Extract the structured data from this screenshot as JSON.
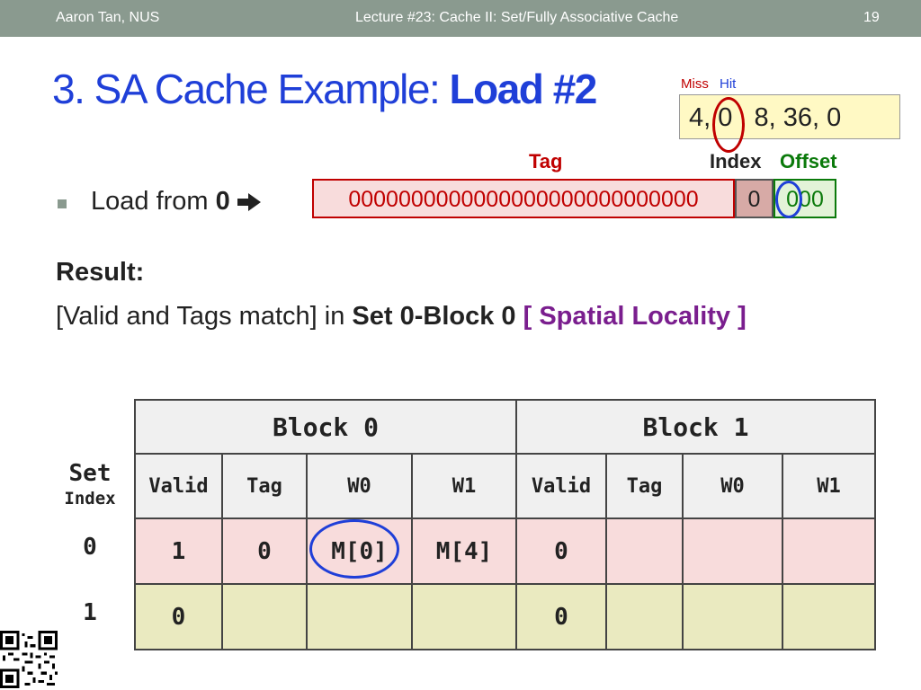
{
  "header": {
    "author": "Aaron Tan, NUS",
    "lecture": "Lecture #23: Cache II: Set/Fully Associative Cache",
    "page_number": "19"
  },
  "title": {
    "prefix": "3. SA Cache Example: ",
    "bold": "Load #2"
  },
  "sequence": {
    "miss_label": "Miss",
    "hit_label": "Hit",
    "text": "4, 0 , 8, 36, 0"
  },
  "address": {
    "tag_label": "Tag",
    "index_label": "Index",
    "offset_label": "Offset",
    "tag_bits": "0000000000000000000000000000",
    "index_bits": "0",
    "offset_bits": "000"
  },
  "load": {
    "prefix": "Load from ",
    "value": "0"
  },
  "result": {
    "label": "Result:",
    "line_prefix": "[Valid and Tags match] in ",
    "location": "Set 0-Block 0",
    "note": "[ Spatial Locality ]"
  },
  "table": {
    "set_index_label": "Set",
    "set_index_sublabel": "Index",
    "block_headers": [
      "Block 0",
      "Block 1"
    ],
    "column_headers": [
      "Valid",
      "Tag",
      "W0",
      "W1",
      "Valid",
      "Tag",
      "W0",
      "W1"
    ],
    "rows": [
      {
        "set": "0",
        "cells": [
          "1",
          "0",
          "M[0]",
          "M[4]",
          "0",
          "",
          "",
          ""
        ]
      },
      {
        "set": "1",
        "cells": [
          "0",
          "",
          "",
          "",
          "0",
          "",
          "",
          ""
        ]
      }
    ]
  },
  "colors": {
    "title_blue": "#1f3fd8",
    "miss_red": "#c00000",
    "offset_green": "#0b7a0b",
    "locality_purple": "#7a1e8e",
    "set0_row": "#f8dcdc",
    "set1_row": "#eaeac0"
  }
}
